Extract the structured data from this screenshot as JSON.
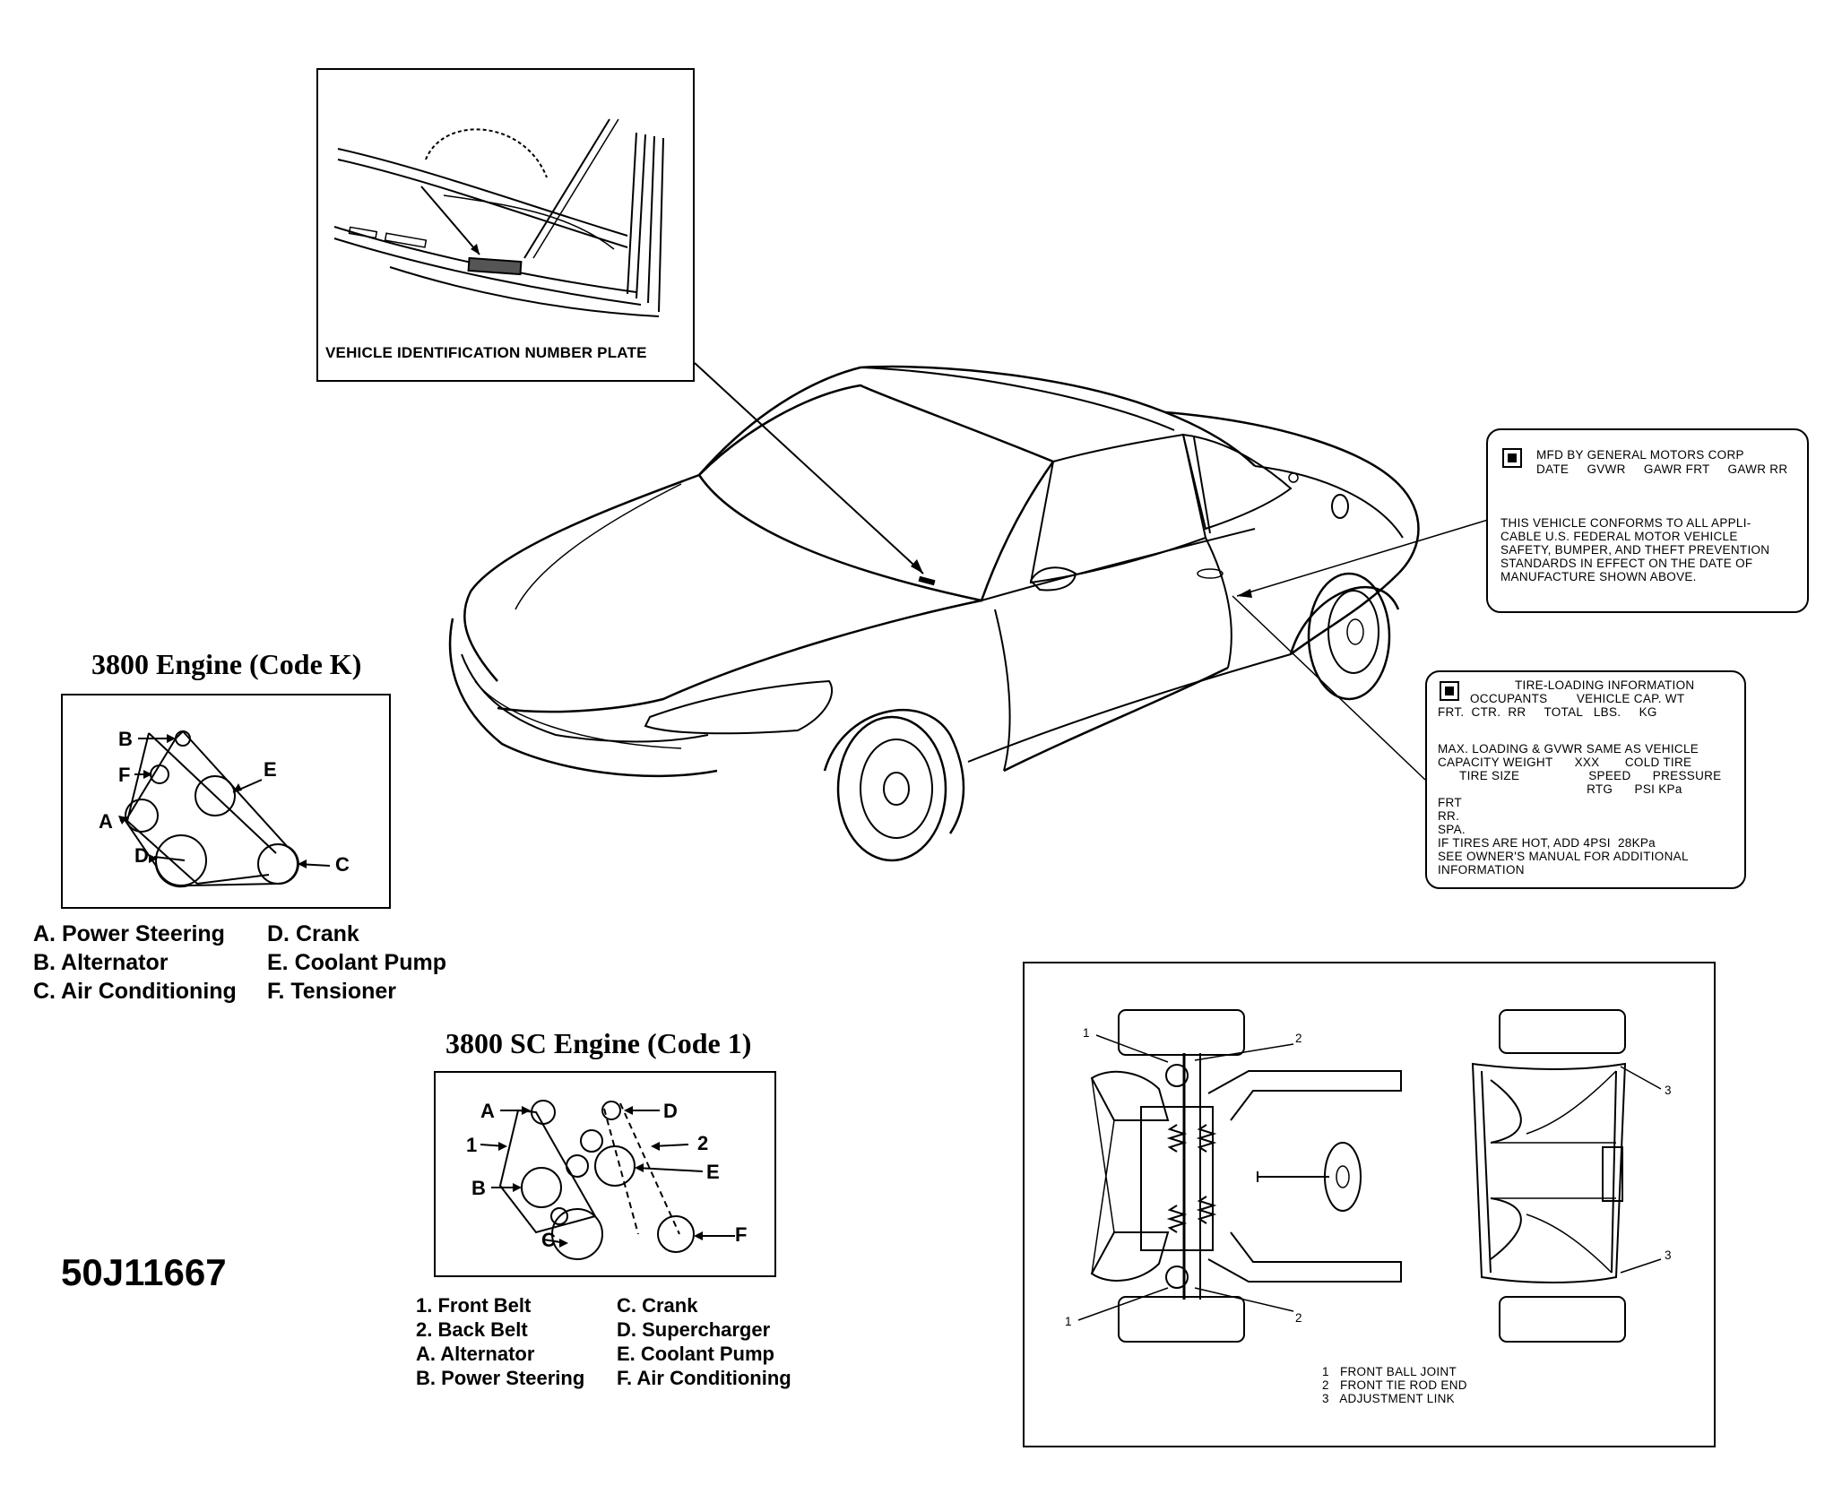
{
  "vin_inset": {
    "caption": "VEHICLE IDENTIFICATION NUMBER PLATE"
  },
  "certification_label": {
    "line1": "MFD BY GENERAL MOTORS CORP",
    "line2": "DATE     GVWR     GAWR FRT     GAWR RR",
    "body": "THIS VEHICLE CONFORMS TO ALL APPLI-\nCABLE U.S. FEDERAL MOTOR VEHICLE\nSAFETY, BUMPER, AND THEFT PREVENTION\nSTANDARDS IN EFFECT ON THE DATE OF\nMANUFACTURE SHOWN ABOVE."
  },
  "tire_label": {
    "title": "TIRE-LOADING INFORMATION",
    "line1": "OCCUPANTS        VEHICLE CAP. WT",
    "line2": "FRT.  CTR.  RR     TOTAL   LBS.     KG",
    "body": "MAX. LOADING & GVWR SAME AS VEHICLE\nCAPACITY WEIGHT      XXX       COLD TIRE\n      TIRE SIZE                   SPEED      PRESSURE\n                                         RTG      PSI KPa\nFRT\nRR.\nSPA.\nIF TIRES ARE HOT, ADD 4PSI  28KPa\nSEE OWNER'S MANUAL FOR ADDITIONAL\nINFORMATION"
  },
  "engine_k": {
    "title": "3800 Engine (Code K)",
    "letters": {
      "a": "A",
      "b": "B",
      "c": "C",
      "d": "D",
      "e": "E",
      "f": "F"
    },
    "legend_left": [
      "A. Power Steering",
      "B. Alternator",
      "C. Air Conditioning"
    ],
    "legend_right": [
      "D. Crank",
      "E. Coolant Pump",
      "F. Tensioner"
    ]
  },
  "engine_sc": {
    "title": "3800 SC Engine (Code 1)",
    "letters": {
      "a": "A",
      "b": "B",
      "c": "C",
      "d": "D",
      "e": "E",
      "f": "F",
      "n1": "1",
      "n2": "2"
    },
    "legend_left": [
      "1. Front Belt",
      "2. Back Belt",
      "A. Alternator",
      "B. Power Steering"
    ],
    "legend_right": [
      "C. Crank",
      "D. Supercharger",
      "E. Coolant Pump",
      "F. Air Conditioning"
    ]
  },
  "figure_id": "50J11667",
  "suspension": {
    "callouts": {
      "c1": "1",
      "c2": "2",
      "c3": "3"
    },
    "legend": [
      "1   FRONT BALL JOINT",
      "2   FRONT TIE ROD END",
      "3   ADJUSTMENT LINK"
    ]
  }
}
